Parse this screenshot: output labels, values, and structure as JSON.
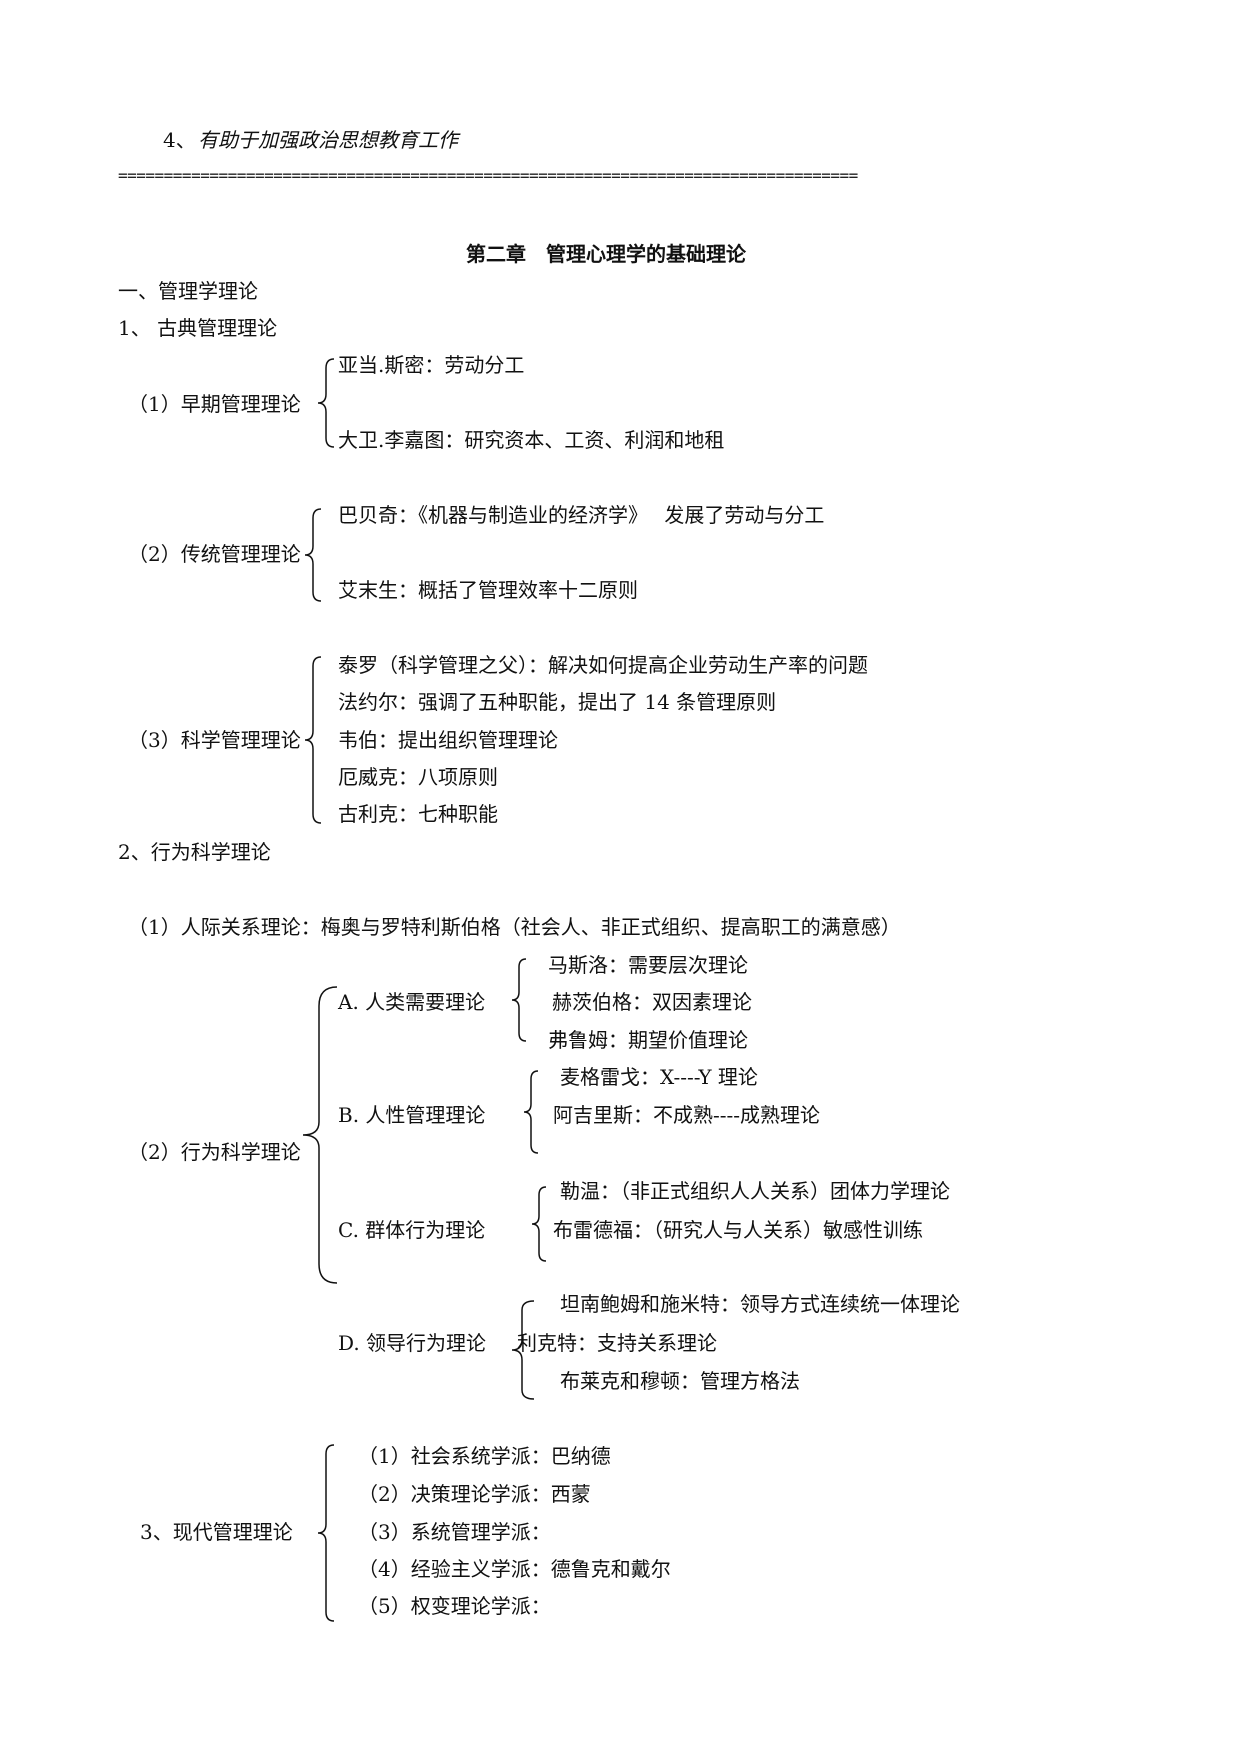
{
  "intro": {
    "item4_num": "4、",
    "item4_text": "有助于加强政治思想教育工作",
    "separator": "================================================================================="
  },
  "chapter_title": "第二章　管理心理学的基础理论",
  "section1": {
    "heading": "一、管理学理论",
    "classical": {
      "heading": "1、 古典管理理论",
      "early": {
        "label": "（1）早期管理理论",
        "items": [
          "亚当.斯密：劳动分工",
          "大卫.李嘉图：研究资本、工资、利润和地租"
        ]
      },
      "traditional": {
        "label": "（2）传统管理理论",
        "items": [
          "巴贝奇：《机器与制造业的经济学》　 发展了劳动与分工",
          "艾末生：概括了管理效率十二原则"
        ]
      },
      "scientific": {
        "label": "（3）科学管理理论",
        "items": [
          "泰罗（科学管理之父）：解决如何提高企业劳动生产率的问题",
          "法约尔：强调了五种职能，提出了 14 条管理原则",
          "韦伯：提出组织管理理论",
          "厄威克：八项原则",
          "古利克：七种职能"
        ]
      }
    },
    "behavioral": {
      "heading": "2、行为科学理论",
      "human_relations": "（1）人际关系理论：梅奥与罗特利斯伯格（社会人、非正式组织、提高职工的满意感）",
      "label": "（2）行为科学理论",
      "a": {
        "label": "A. 人类需要理论",
        "items": [
          "马斯洛：需要层次理论",
          "赫茨伯格：双因素理论",
          "弗鲁姆：期望价值理论"
        ]
      },
      "b": {
        "label": "B. 人性管理理论",
        "items": [
          "麦格雷戈：X----Y 理论",
          "阿吉里斯：不成熟----成熟理论"
        ]
      },
      "c": {
        "label": "C. 群体行为理论",
        "items": [
          "勒温：（非正式组织人人关系）团体力学理论",
          "布雷德福：（研究人与人关系）敏感性训练"
        ]
      },
      "d": {
        "label": "D. 领导行为理论",
        "items": [
          "坦南鲍姆和施米特：领导方式连续统一体理论",
          "利克特：支持关系理论",
          "布莱克和穆顿：管理方格法"
        ]
      }
    },
    "modern": {
      "label": "3、现代管理理论",
      "items": [
        "（1）社会系统学派：巴纳德",
        "（2）决策理论学派：西蒙",
        "（3）系统管理学派：",
        "（4）经验主义学派：德鲁克和戴尔",
        "（5）权变理论学派："
      ]
    }
  }
}
